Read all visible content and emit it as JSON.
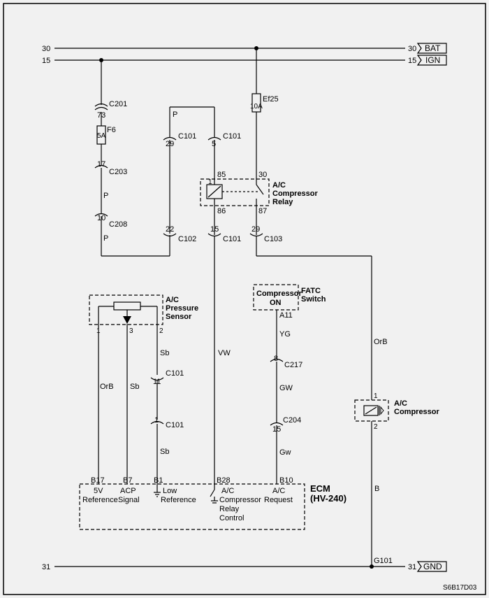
{
  "rails": {
    "bat_left": "30",
    "bat_right": "30",
    "bat_label": "BAT",
    "ign_left": "15",
    "ign_right": "15",
    "ign_label": "IGN",
    "gnd_left": "31",
    "gnd_right": "31",
    "gnd_label": "GND"
  },
  "fuses": {
    "f6_name": "F6",
    "f6_rating": "5A",
    "ef25_name": "Ef25",
    "ef25_rating": "10A"
  },
  "connectors": {
    "c201": "C201",
    "c201_pin": "73",
    "c203": "C203",
    "c203_pin": "17",
    "c208": "C208",
    "c208_pin": "10",
    "c102": "C102",
    "c102_pin": "22",
    "c101_a": "C101",
    "c101_a_pin": "29",
    "c101_b": "C101",
    "c101_b_pin": "5",
    "c101_c": "C101",
    "c101_c_pin": "15",
    "c103": "C103",
    "c103_pin": "29",
    "c101_d": "C101",
    "c101_d_pin": "11",
    "c101_e": "C101",
    "c101_e_pin": "1",
    "c217": "C217",
    "c217_pin": "8",
    "c204": "C204",
    "c204_pin": "15"
  },
  "wires": {
    "p1": "P",
    "p2": "P",
    "p3": "P",
    "vw": "VW",
    "orb_right": "OrB",
    "b": "B",
    "orb_left": "OrB",
    "sb_mid": "Sb",
    "sb_top": "Sb",
    "sb_bottom": "Sb",
    "yg": "YG",
    "gw": "GW",
    "gw2": "Gw"
  },
  "relay": {
    "line1": "A/C",
    "line2": "Compressor",
    "line3": "Relay",
    "pin85": "85",
    "pin86": "86",
    "pin30": "30",
    "pin87": "87",
    "pin1": "1"
  },
  "sensor": {
    "line1": "A/C",
    "line2": "Pressure",
    "line3": "Sensor",
    "pin1": "1",
    "pin2": "2",
    "pin3": "3"
  },
  "fatc": {
    "box_line1": "Compressor",
    "box_line2": "ON",
    "label1": "FATC",
    "label2": "Switch",
    "pin": "A11"
  },
  "compressor": {
    "line1": "A/C",
    "line2": "Compressor",
    "pin1": "1",
    "pin2": "2"
  },
  "ecm": {
    "title1": "ECM",
    "title2": "(HV-240)",
    "b17": "B17",
    "b17_l1": "5V",
    "b17_l2": "Reference",
    "b7": "B7",
    "b7_l1": "ACP",
    "b7_l2": "Signal",
    "b1": "B1",
    "b1_l1": "Low",
    "b1_l2": "Reference",
    "b28": "B28",
    "b28_l1": "A/C",
    "b28_l2": "Compressor",
    "b28_l3": "Relay",
    "b28_l4": "Control",
    "b10": "B10",
    "b10_l1": "A/C",
    "b10_l2": "Request"
  },
  "ground": {
    "g101": "G101"
  },
  "figure_id": "S6B17D03"
}
